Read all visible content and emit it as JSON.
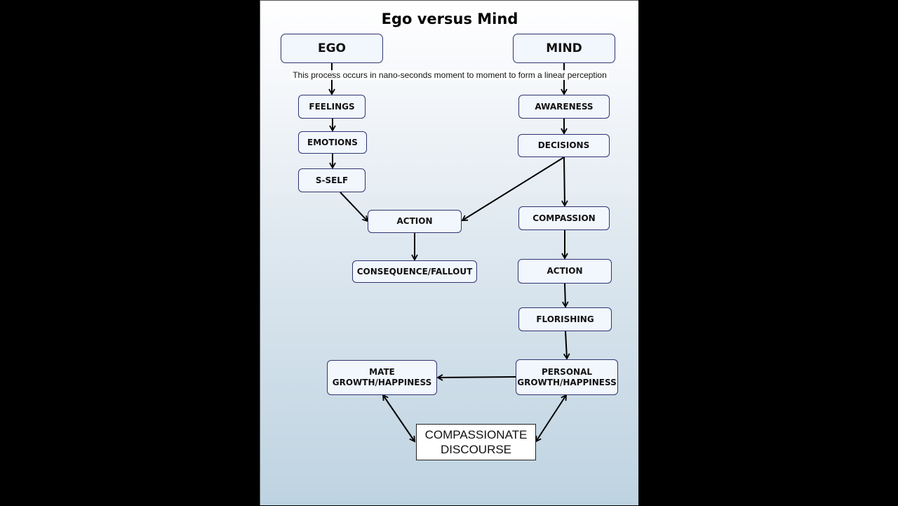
{
  "title": "Ego versus Mind",
  "note": "This process occurs in nano-seconds moment to moment to form a linear perception",
  "nodes": {
    "ego": "EGO",
    "mind": "MIND",
    "feelings": "FEELINGS",
    "emotions": "EMOTIONS",
    "s_self": "S-SELF",
    "ego_action": "ACTION",
    "consequence": "CONSEQUENCE/FALLOUT",
    "awareness": "AWARENESS",
    "decisions": "DECISIONS",
    "compassion": "COMPASSION",
    "mind_action": "ACTION",
    "florishing": "FLORISHING",
    "personal_line1": "PERSONAL",
    "personal_line2": "GROWTH/HAPPINESS",
    "mate_line1": "MATE",
    "mate_line2": "GROWTH/HAPPINESS",
    "discourse_line1": "COMPASSIONATE",
    "discourse_line2": "DISCOURSE"
  },
  "edges": [
    {
      "from": "EGO",
      "to": "FEELINGS"
    },
    {
      "from": "FEELINGS",
      "to": "EMOTIONS"
    },
    {
      "from": "EMOTIONS",
      "to": "S-SELF"
    },
    {
      "from": "S-SELF",
      "to": "ACTION (ego)"
    },
    {
      "from": "ACTION (ego)",
      "to": "CONSEQUENCE/FALLOUT"
    },
    {
      "from": "MIND",
      "to": "AWARENESS"
    },
    {
      "from": "AWARENESS",
      "to": "DECISIONS"
    },
    {
      "from": "DECISIONS",
      "to": "ACTION (ego)"
    },
    {
      "from": "DECISIONS",
      "to": "COMPASSION"
    },
    {
      "from": "COMPASSION",
      "to": "ACTION (mind)"
    },
    {
      "from": "ACTION (mind)",
      "to": "FLORISHING"
    },
    {
      "from": "FLORISHING",
      "to": "PERSONAL GROWTH/HAPPINESS"
    },
    {
      "from": "PERSONAL GROWTH/HAPPINESS",
      "to": "MATE GROWTH/HAPPINESS"
    },
    {
      "from": "MATE GROWTH/HAPPINESS",
      "to": "COMPASSIONATE DISCOURSE",
      "bidirectional": true
    },
    {
      "from": "PERSONAL GROWTH/HAPPINESS",
      "to": "COMPASSIONATE DISCOURSE",
      "bidirectional": true
    }
  ]
}
